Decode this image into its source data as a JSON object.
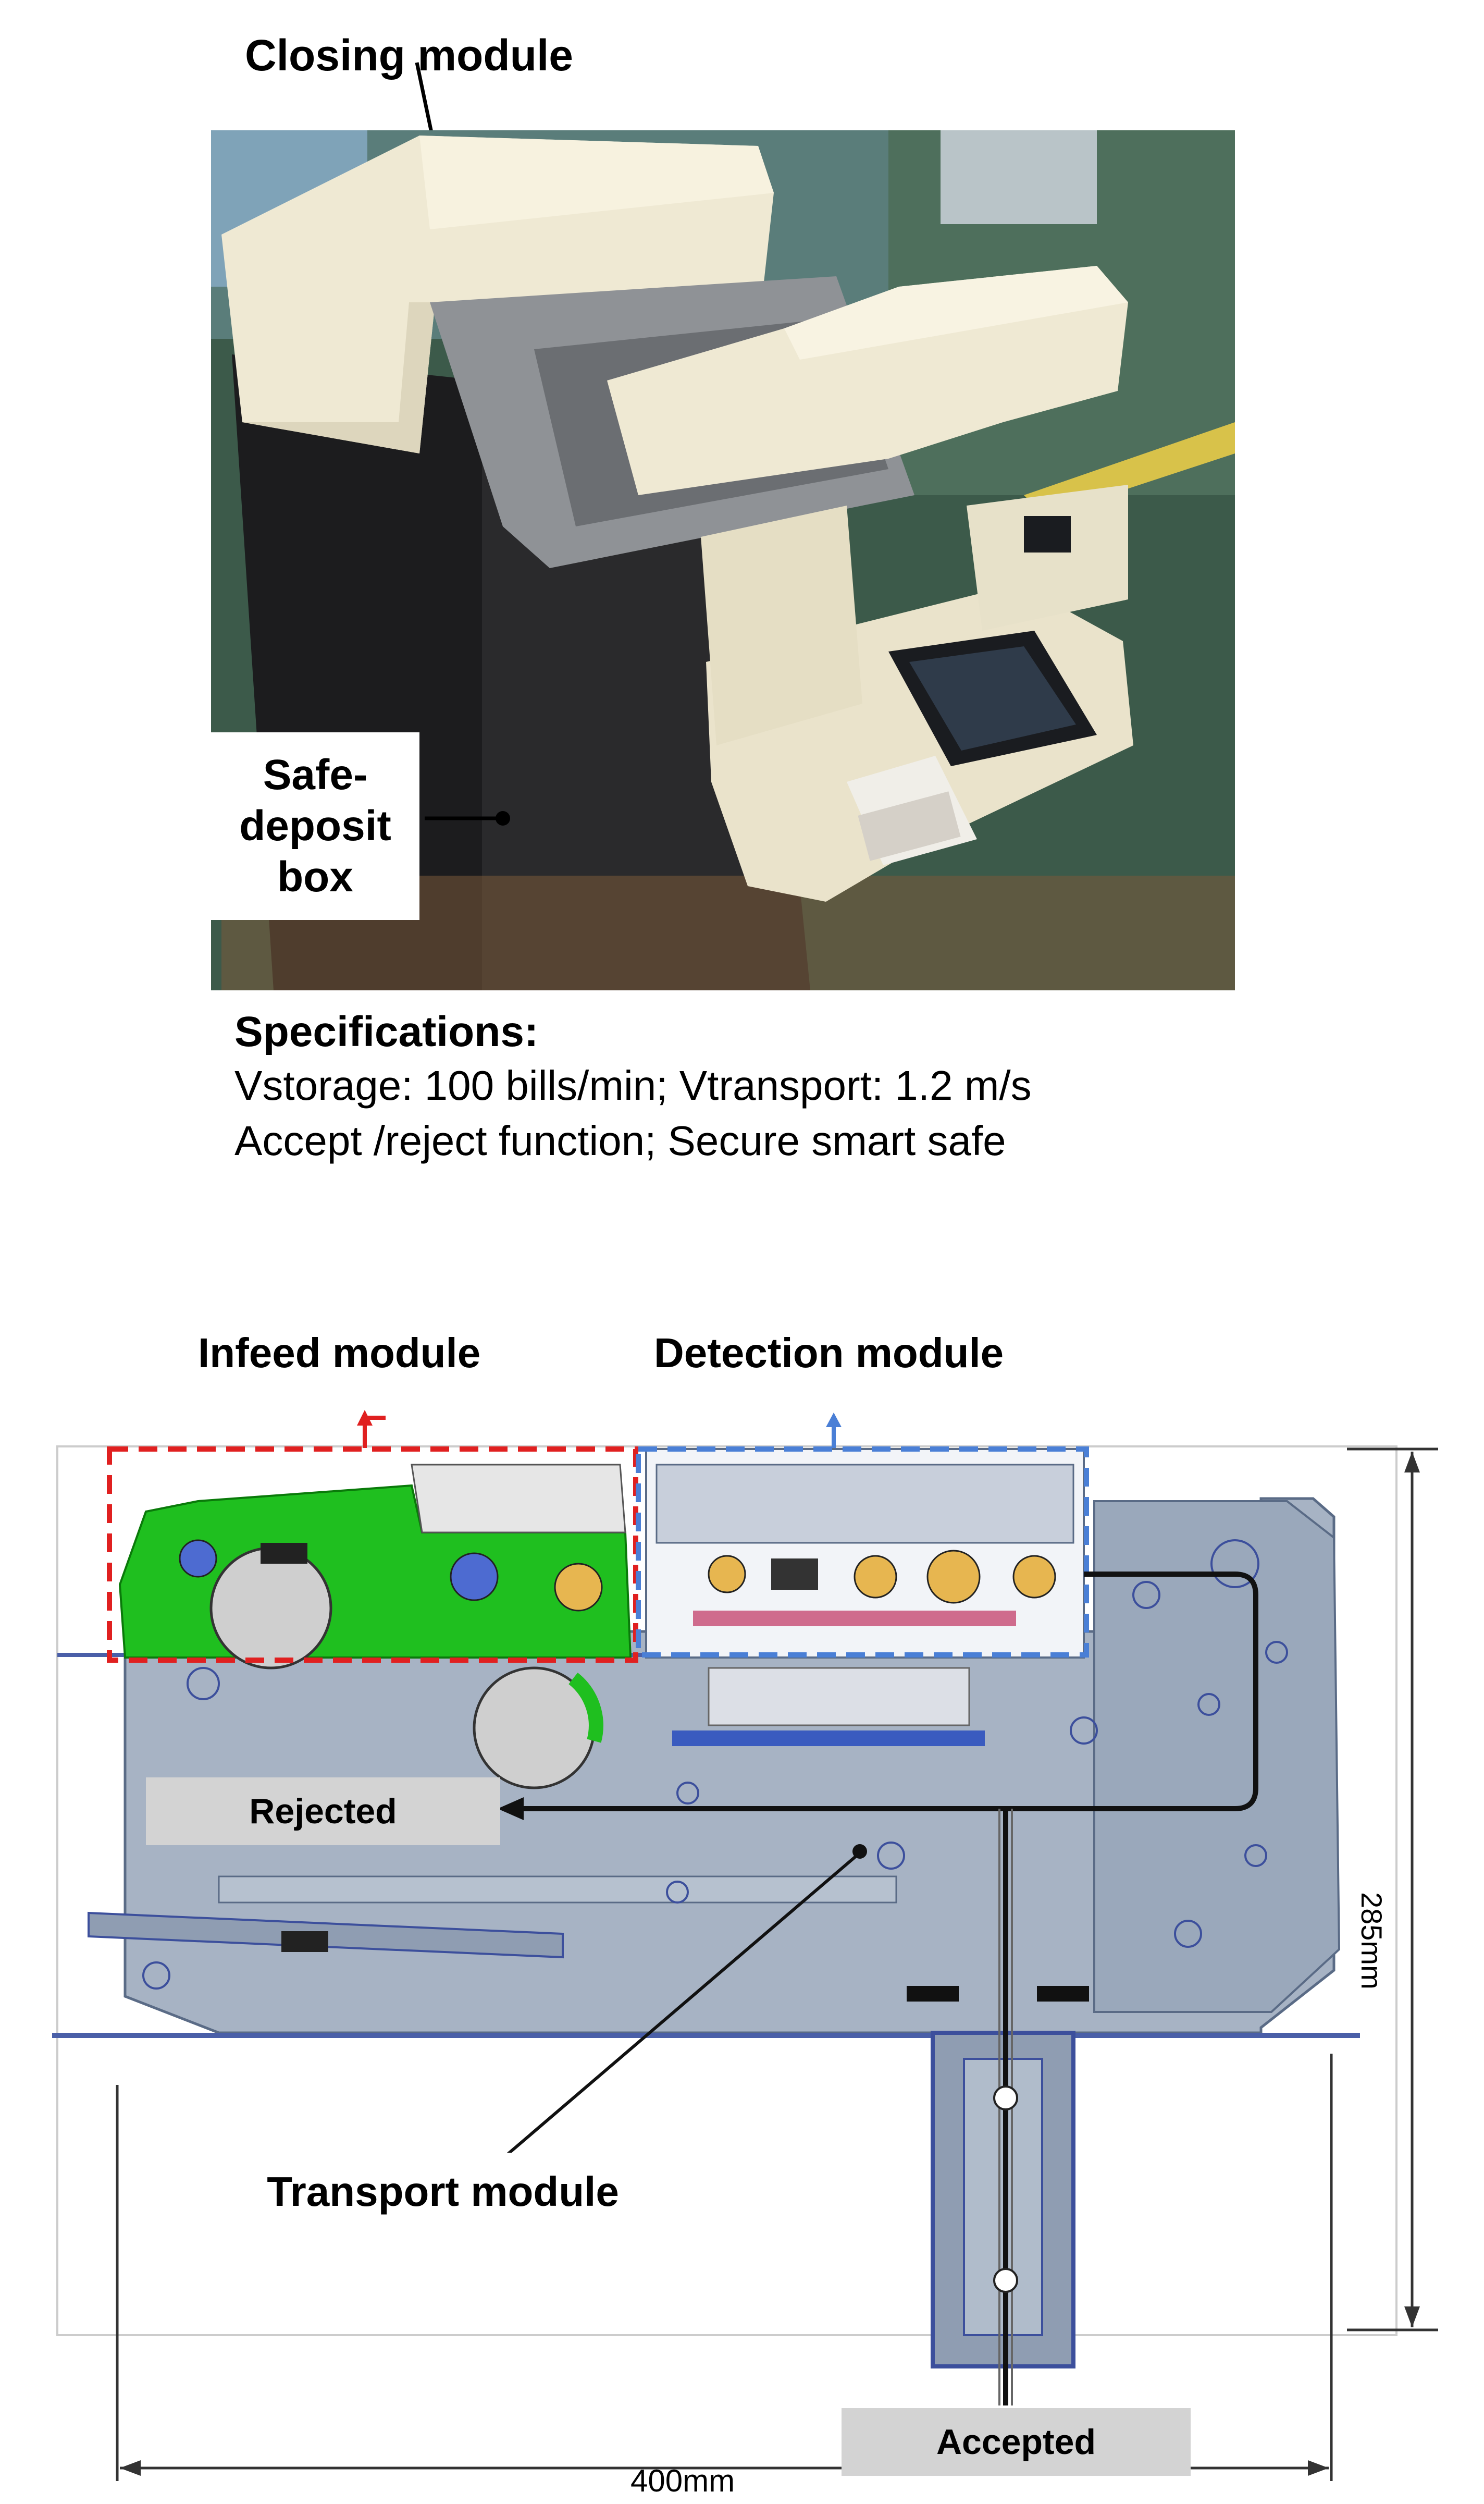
{
  "photo_figure": {
    "labels": {
      "closing_module": "Closing module",
      "safe_deposit_box_lines": [
        "Safe-",
        "deposit",
        "box"
      ]
    },
    "specifications": {
      "title": "Specifications:",
      "lines": [
        "Vstorage: 100 bills/min; Vtransport: 1.2 m/s",
        "Accept /reject function; Secure smart safe"
      ]
    }
  },
  "diagram_figure": {
    "labels": {
      "infeed_module": "Infeed module",
      "detection_module": "Detection module",
      "transport_module": "Transport module",
      "rejected": "Rejected",
      "accepted": "Accepted"
    },
    "dimensions": {
      "width": "400mm",
      "height": "285mm"
    },
    "colors": {
      "infeed_highlight": "#1fbf1f",
      "infeed_outline": "#e02020",
      "detection_outline": "#4a7fd6",
      "frame": "#a7b3c4",
      "gray_label": "#d3d3d3"
    }
  }
}
